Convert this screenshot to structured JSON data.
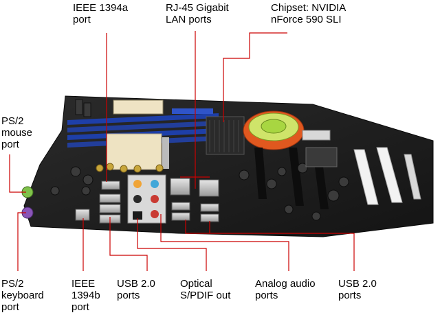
{
  "labels": {
    "ieee1394a": {
      "line1": "IEEE 1394a",
      "line2": "port"
    },
    "rj45": {
      "line1": "RJ-45 Gigabit",
      "line2": "LAN ports"
    },
    "chipset": {
      "line1": "Chipset: NVIDIA",
      "line2": "nForce 590 SLI"
    },
    "ps2_mouse": {
      "line1": "PS/2",
      "line2": "mouse",
      "line3": "port"
    },
    "ps2_keyboard": {
      "line1": "PS/2",
      "line2": "keyboard",
      "line3": "port"
    },
    "ieee1394b": {
      "line1": "IEEE",
      "line2": "1394b",
      "line3": "port"
    },
    "usb_left": {
      "line1": "USB 2.0",
      "line2": "ports"
    },
    "optical": {
      "line1": "Optical",
      "line2": "S/PDIF out"
    },
    "analog_audio": {
      "line1": "Analog audio",
      "line2": "ports"
    },
    "usb_right": {
      "line1": "USB 2.0",
      "line2": "ports"
    }
  },
  "colors": {
    "leader_line": "#cc0000",
    "pcb": "#1f1f1f",
    "dimm_slot": "#1e3fa8",
    "heatsink": "#e0581f",
    "fan_hub": "#a8d641",
    "ps2_mouse": "#7fc24a",
    "ps2_keyboard": "#8a55b8"
  }
}
